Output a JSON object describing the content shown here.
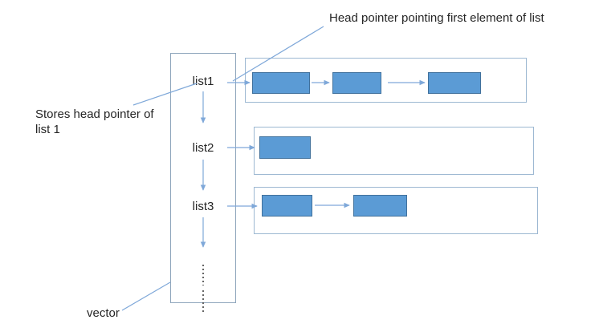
{
  "diagram": {
    "annotations": {
      "head_pointer": "Head pointer pointing first element of list",
      "stores_head_pointer": "Stores head pointer of\n list 1",
      "vector_label": "vector"
    },
    "vector": {
      "items": [
        {
          "label": "list1"
        },
        {
          "label": "list2"
        },
        {
          "label": "list3"
        }
      ]
    },
    "lists": [
      {
        "name": "list1",
        "nodes": 3
      },
      {
        "name": "list2",
        "nodes": 1
      },
      {
        "name": "list3",
        "nodes": 2
      }
    ],
    "colors": {
      "node_fill": "#5B9BD5",
      "node_border": "#41719C",
      "connector": "#7FA8D9",
      "box_border": "#9DB8D2",
      "text": "#262626"
    }
  }
}
